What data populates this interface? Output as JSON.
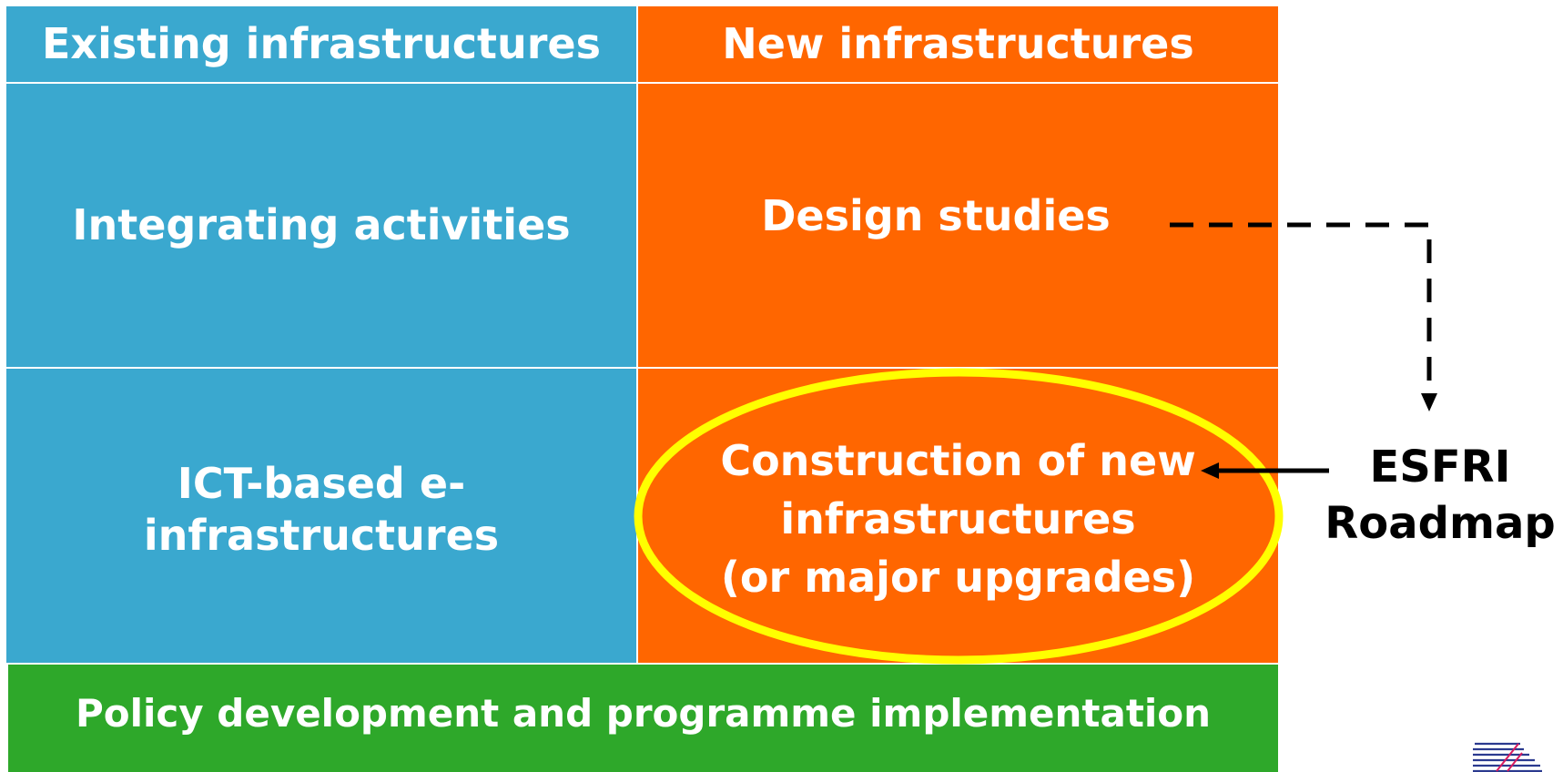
{
  "colors": {
    "blue": "#3aa8cf",
    "orange": "#ff6600",
    "green": "#2ea82a",
    "highlight": "#ffff00",
    "arrow": "#000000"
  },
  "headers": {
    "existing": "Existing infrastructures",
    "new": "New infrastructures"
  },
  "cells": {
    "integrating": "Integrating activities",
    "design": "Design studies",
    "ict_line1": "ICT-based e-",
    "ict_line2": "infrastructures",
    "construction_line1": "Construction of new",
    "construction_line2": "infrastructures",
    "construction_line3": "(or major upgrades)"
  },
  "footer": {
    "policy": "Policy development and programme implementation"
  },
  "esfri": {
    "line1": "ESFRI",
    "line2": "Roadmap"
  },
  "icons": {
    "logo": "striped-logo-icon"
  }
}
